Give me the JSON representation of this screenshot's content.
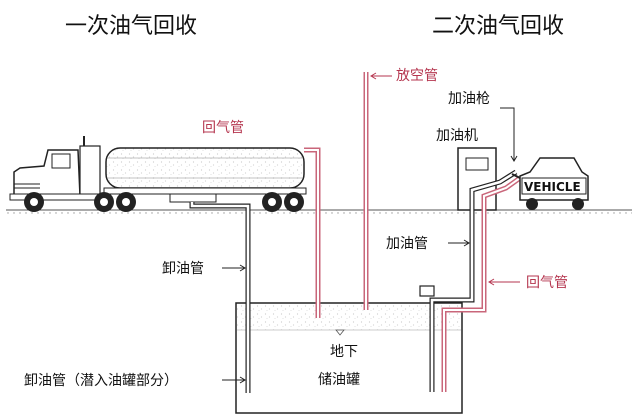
{
  "titles": {
    "primary": "一次油气回收",
    "secondary": "二次油气回收"
  },
  "labels": {
    "vent_pipe": "放空管",
    "vapor_return_left": "回气管",
    "nozzle": "加油枪",
    "dispenser": "加油机",
    "fuel_pipe": "加油管",
    "vapor_return_right": "回气管",
    "unload_pipe": "卸油管",
    "unload_pipe_submerged": "卸油管（潜入油罐部分）",
    "tank_line1": "地下",
    "tank_line2": "储油罐",
    "vehicle": "VEHICLE"
  },
  "colors": {
    "vapor_pipe": "#c9667a",
    "vent_pipe": "#c9667a",
    "red_text": "#b5364f",
    "outline": "#222222",
    "ground": "#555555"
  }
}
